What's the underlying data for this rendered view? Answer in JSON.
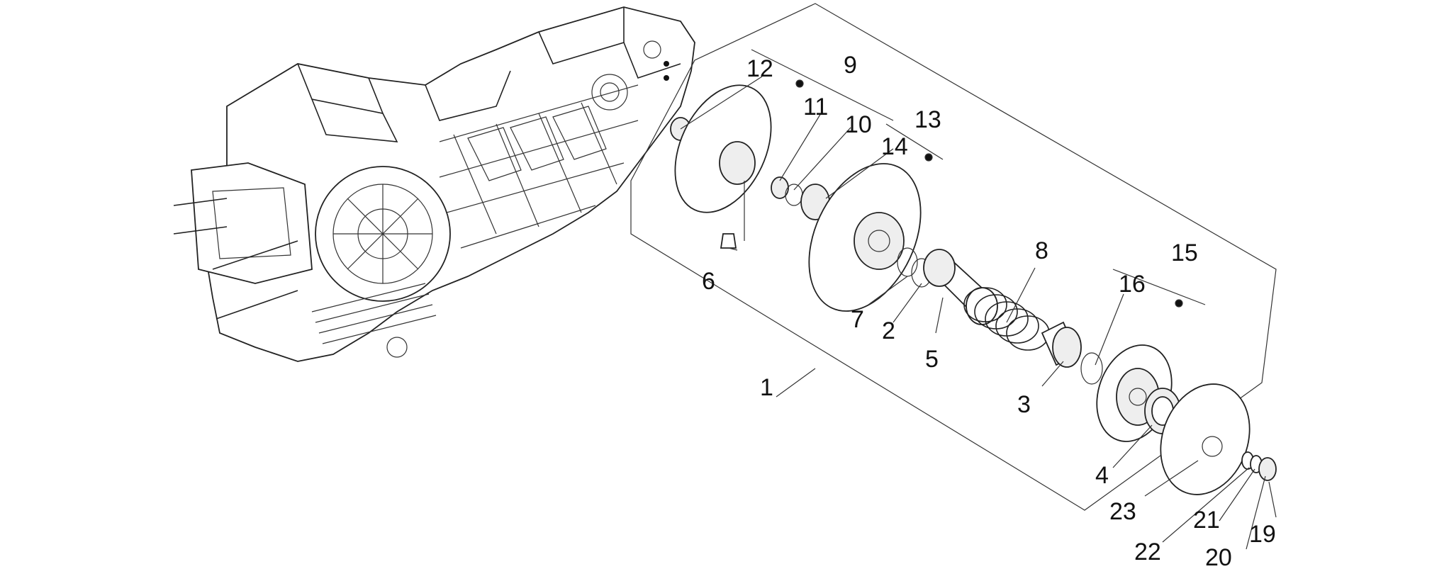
{
  "diagram": {
    "labels": {
      "p1": "1",
      "p2": "2",
      "p3": "3",
      "p4": "4",
      "p5": "5",
      "p6": "6",
      "p7": "7",
      "p8": "8",
      "p9": "9",
      "p10": "10",
      "p11": "11",
      "p12": "12",
      "p13": "13",
      "p14": "14",
      "p15": "15",
      "p16": "16",
      "p19": "19",
      "p20": "20",
      "p21": "21",
      "p22": "22",
      "p23": "23"
    }
  }
}
